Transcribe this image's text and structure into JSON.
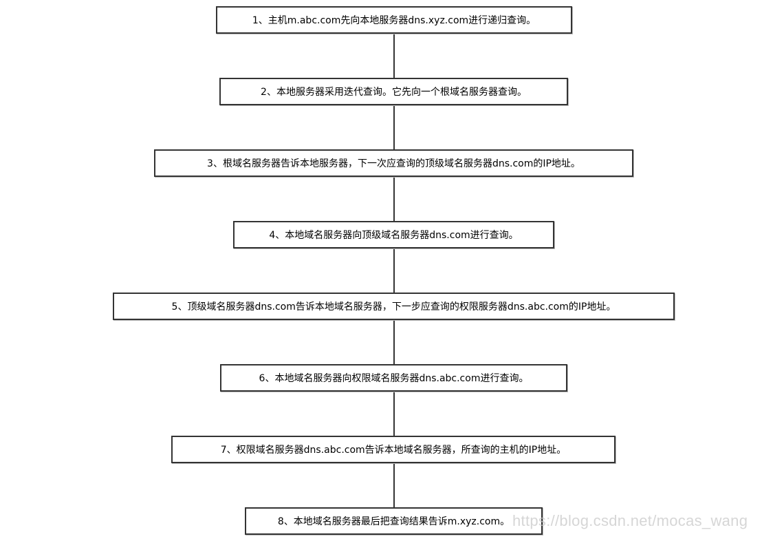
{
  "flowchart": {
    "steps": [
      "1、主机m.abc.com先向本地服务器dns.xyz.com进行递归查询。",
      "2、本地服务器采用迭代查询。它先向一个根域名服务器查询。",
      "3、根域名服务器告诉本地服务器，下一次应查询的顶级域名服务器dns.com的IP地址。",
      "4、本地域名服务器向顶级域名服务器dns.com进行查询。",
      "5、顶级域名服务器dns.com告诉本地域名服务器，下一步应查询的权限服务器dns.abc.com的IP地址。",
      "6、本地域名服务器向权限域名服务器dns.abc.com进行查询。",
      "7、权限域名服务器dns.abc.com告诉本地域名服务器，所查询的主机的IP地址。",
      "8、本地域名服务器最后把查询结果告诉m.xyz.com。"
    ]
  },
  "watermark": "https://blog.csdn.net/mocas_wang",
  "colors": {
    "border": "#333333",
    "text": "#000000",
    "watermark": "#c8c8c8"
  }
}
